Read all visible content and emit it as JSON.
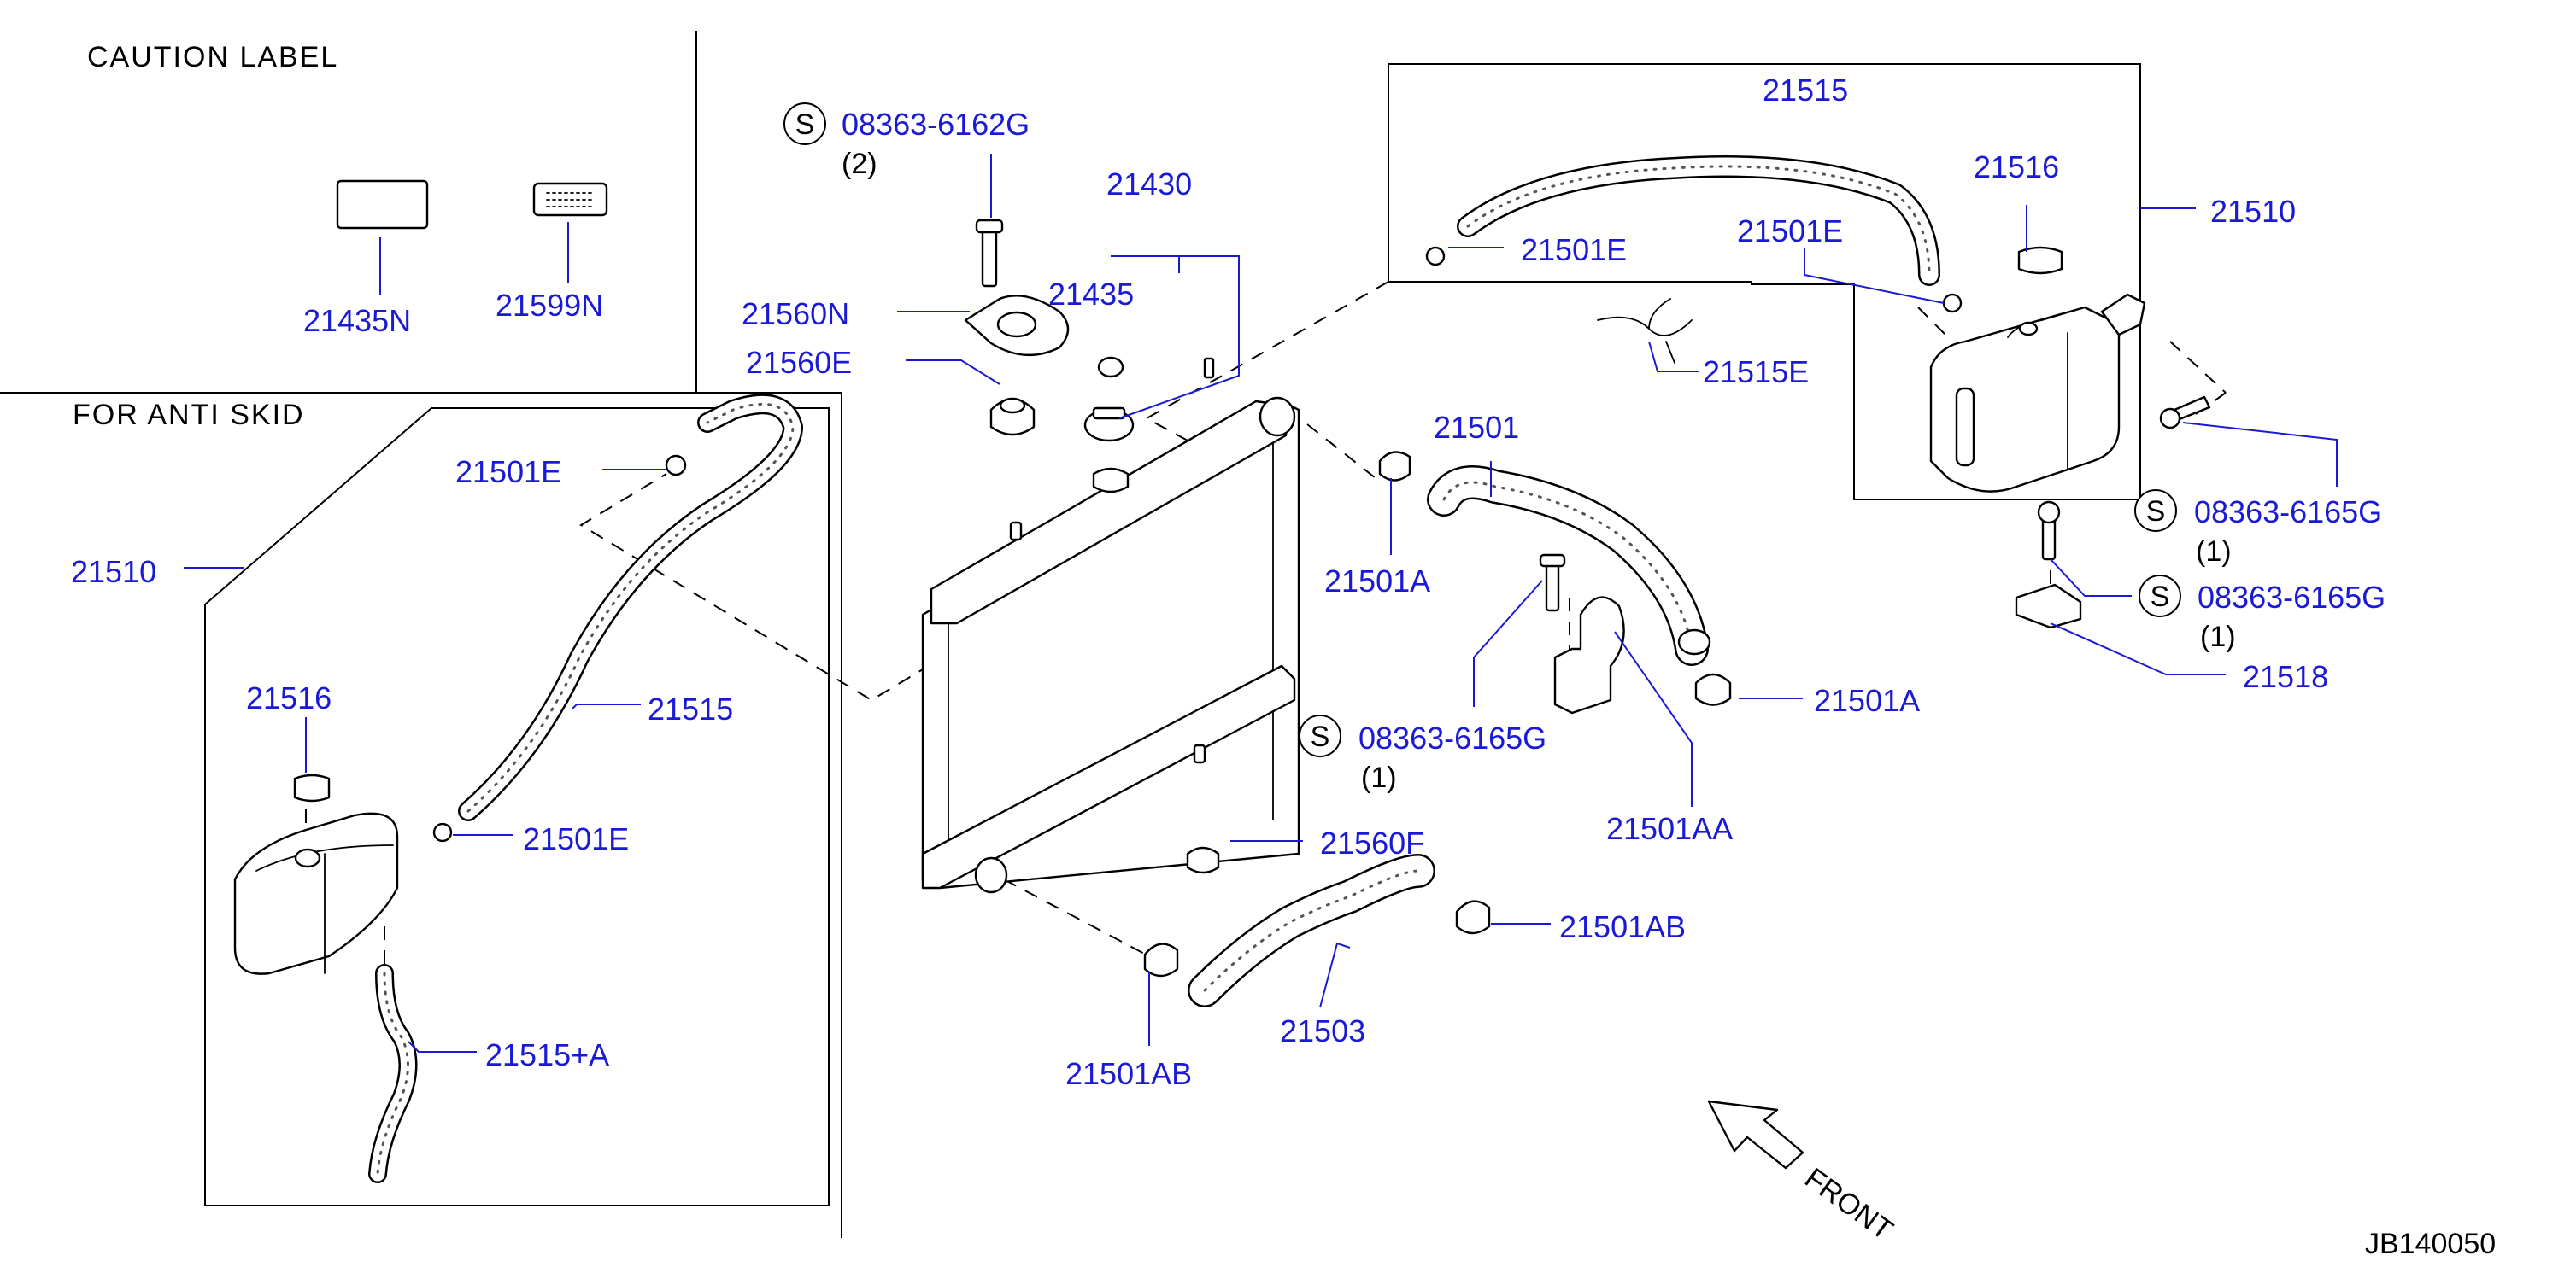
{
  "headers": {
    "caution_label": "CAUTION  LABEL",
    "for_anti_skid": "FOR  ANTI  SKID"
  },
  "diagram_id": "JB140050",
  "front_label": "FRONT",
  "bolt_symbol": "S",
  "callouts": [
    {
      "id": "c_21435N",
      "text": "21435N"
    },
    {
      "id": "c_21599N",
      "text": "21599N"
    },
    {
      "id": "c_21501E_left_top",
      "text": "21501E"
    },
    {
      "id": "c_21510_left",
      "text": "21510"
    },
    {
      "id": "c_21516_left",
      "text": "21516"
    },
    {
      "id": "c_21515_left",
      "text": "21515"
    },
    {
      "id": "c_21501E_left_mid",
      "text": "21501E"
    },
    {
      "id": "c_21515A",
      "text": "21515+A"
    },
    {
      "id": "c_08363_6162G",
      "text": "08363-6162G"
    },
    {
      "id": "c_qty_2",
      "text": "(2)"
    },
    {
      "id": "c_21430",
      "text": "21430"
    },
    {
      "id": "c_21435",
      "text": "21435"
    },
    {
      "id": "c_21560N",
      "text": "21560N"
    },
    {
      "id": "c_21560E",
      "text": "21560E"
    },
    {
      "id": "c_21515_right",
      "text": "21515"
    },
    {
      "id": "c_21516_right",
      "text": "21516"
    },
    {
      "id": "c_21510_right",
      "text": "21510"
    },
    {
      "id": "c_21501E_r1",
      "text": "21501E"
    },
    {
      "id": "c_21501E_r2",
      "text": "21501E"
    },
    {
      "id": "c_21515E",
      "text": "21515E"
    },
    {
      "id": "c_21501",
      "text": "21501"
    },
    {
      "id": "c_21501A_1",
      "text": "21501A"
    },
    {
      "id": "c_08363_6165G_1",
      "text": "08363-6165G"
    },
    {
      "id": "c_qty_1a",
      "text": "(1)"
    },
    {
      "id": "c_08363_6165G_2",
      "text": "08363-6165G"
    },
    {
      "id": "c_qty_1b",
      "text": "(1)"
    },
    {
      "id": "c_21518",
      "text": "21518"
    },
    {
      "id": "c_08363_6165G_3",
      "text": "08363-6165G"
    },
    {
      "id": "c_qty_1c",
      "text": "(1)"
    },
    {
      "id": "c_21501A_2",
      "text": "21501A"
    },
    {
      "id": "c_21501AA",
      "text": "21501AA"
    },
    {
      "id": "c_21560F",
      "text": "21560F"
    },
    {
      "id": "c_21501AB_1",
      "text": "21501AB"
    },
    {
      "id": "c_21503",
      "text": "21503"
    },
    {
      "id": "c_21501AB_2",
      "text": "21501AB"
    }
  ]
}
